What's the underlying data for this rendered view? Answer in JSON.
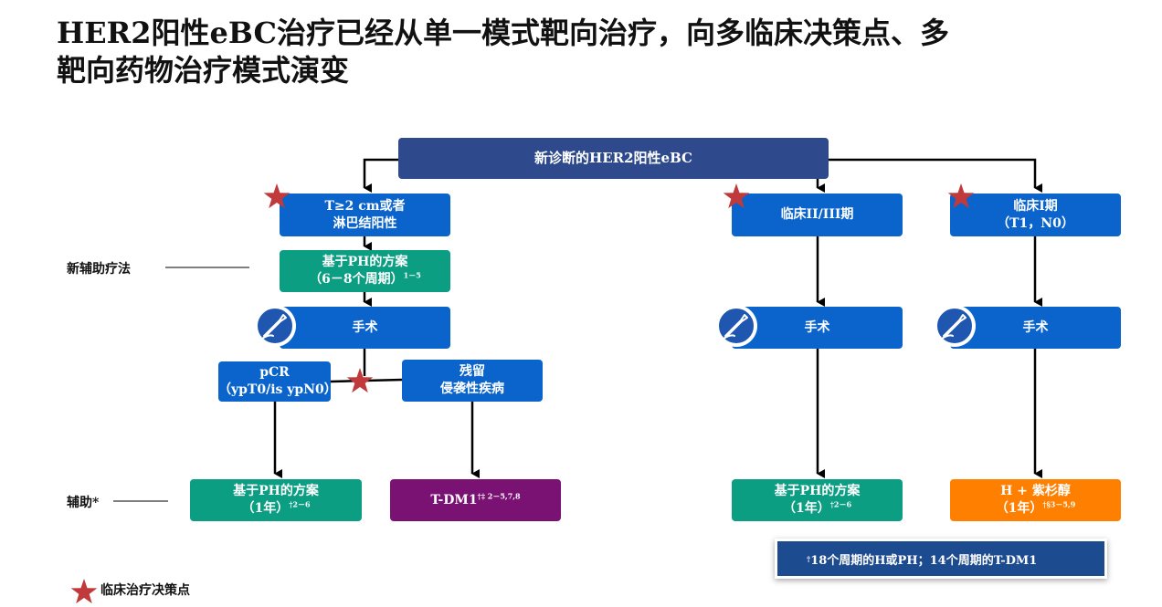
{
  "title": {
    "line1": "HER2阳性eBC治疗已经从单一模式靶向治疗，向多临床决策点、多",
    "line2": "靶向药物治疗模式演变"
  },
  "root": "新诊断的HER2阳性eBC",
  "branches": {
    "left": {
      "criteria_l1": "T≥2 cm或者",
      "criteria_l2": "淋巴结阳性",
      "neoadjuvant_l1": "基于PH的方案",
      "neoadjuvant_l2": "（6－8个周期）",
      "neoadjuvant_ref": "1－5",
      "surgery": "手术",
      "pcr_l1": "pCR",
      "pcr_l2": "（ypT0/is ypN0）",
      "residual_l1": "残留",
      "residual_l2": "侵袭性疾病",
      "adj_pcr_l1": "基于PH的方案",
      "adj_pcr_l2": "（1年）",
      "adj_pcr_ref": "†2－6",
      "adj_res": "T-DM1",
      "adj_res_ref": "†‡ 2－5,7,8"
    },
    "middle": {
      "criteria": "临床II/III期",
      "surgery": "手术",
      "adj_l1": "基于PH的方案",
      "adj_l2": "（1年）",
      "adj_ref": "†2－6"
    },
    "right": {
      "criteria_l1": "临床I期",
      "criteria_l2": "（T1，N0）",
      "surgery": "手术",
      "adj_l1": "H + 紫杉醇",
      "adj_l2": "（1年）",
      "adj_ref": "†§3－5,9"
    }
  },
  "side_labels": {
    "neoadjuvant": "新辅助疗法",
    "adjuvant": "辅助*"
  },
  "note": {
    "mark": "†",
    "text": "18个周期的H或PH；14个周期的T-DM1"
  },
  "legend": {
    "text": "临床治疗决策点"
  },
  "colors": {
    "blue": "#0a64cc",
    "navy": "#2e4a8c",
    "teal": "#0b9e82",
    "purple": "#7a1273",
    "orange": "#ff7f00",
    "star": "#c0393b"
  },
  "icons": {
    "decision_point": "star-icon",
    "surgery": "scalpel-icon"
  }
}
